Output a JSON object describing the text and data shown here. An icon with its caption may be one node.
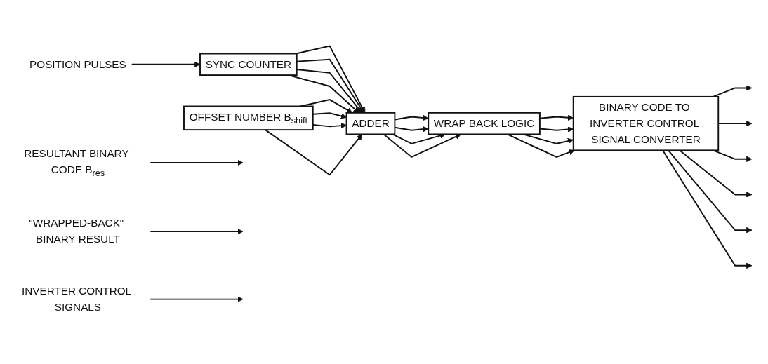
{
  "diagram": {
    "nodes": [
      {
        "text": [
          "POSITION PULSES"
        ]
      },
      {
        "text": [
          "SYNC COUNTER"
        ]
      },
      {
        "text": [
          "ADDER"
        ]
      },
      {
        "text": [
          "WRAP BACK LOGIC"
        ]
      },
      {
        "text": [
          "BINARY CODE TO INVERTER CONTROL SIGNAL CONVERTER"
        ]
      },
      {
        "text": [
          "OFFSET NUMBER B$_{shift}$"
        ]
      },
      {
        "text": [
          "RESULTANT BINARY CODE B$_{res}$"
        ]
      },
      {
        "text": [
          "\"WRAPPED-BACK\" BINARY RESULT"
        ]
      },
      {
        "text": [
          "INVERTER CONTROL SIGNALS"
        ]
      }
    ],
    "edges": [
      {
        "from": 0,
        "to": 1,
        "arrow": "to"
      },
      {
        "from": 1,
        "to": 2,
        "arrow": "to"
      },
      {
        "from": 1,
        "to": 2,
        "arrow": "to"
      },
      {
        "from": 1,
        "to": 2,
        "arrow": "to"
      },
      {
        "from": 1,
        "to": 2,
        "arrow": "to"
      },
      {
        "from": 5,
        "to": 2,
        "arrow": "to"
      },
      {
        "from": 5,
        "to": 2,
        "arrow": "to"
      },
      {
        "from": 5,
        "to": 2,
        "arrow": "to"
      },
      {
        "from": 5,
        "to": 2,
        "arrow": "to"
      },
      {
        "from": 2,
        "to": 3,
        "arrow": "to"
      },
      {
        "from": 2,
        "to": 3,
        "arrow": "to"
      },
      {
        "from": 2,
        "to": 3,
        "arrow": "to"
      },
      {
        "from": 2,
        "to": 3,
        "arrow": "to"
      },
      {
        "from": 3,
        "to": 4,
        "arrow": "to"
      },
      {
        "from": 3,
        "to": 4,
        "arrow": "to"
      },
      {
        "from": 3,
        "to": 4,
        "arrow": "to"
      },
      {
        "from": 3,
        "to": 4,
        "arrow": "to"
      },
      {
        "from": 4,
        "to": null,
        "arrow": "to"
      },
      {
        "from": 4,
        "to": null,
        "arrow": "to"
      },
      {
        "from": 4,
        "to": null,
        "arrow": "to"
      },
      {
        "from": 4,
        "to": null,
        "arrow": "to"
      },
      {
        "from": 4,
        "to": null,
        "arrow": "to"
      },
      {
        "from": 4,
        "to": null,
        "arrow": "to"
      },
      {
        "from": 6,
        "to": null,
        "arrow": "to"
      },
      {
        "from": 7,
        "to": null,
        "arrow": "to"
      },
      {
        "from": 8,
        "to": null,
        "arrow": "to"
      }
    ]
  }
}
